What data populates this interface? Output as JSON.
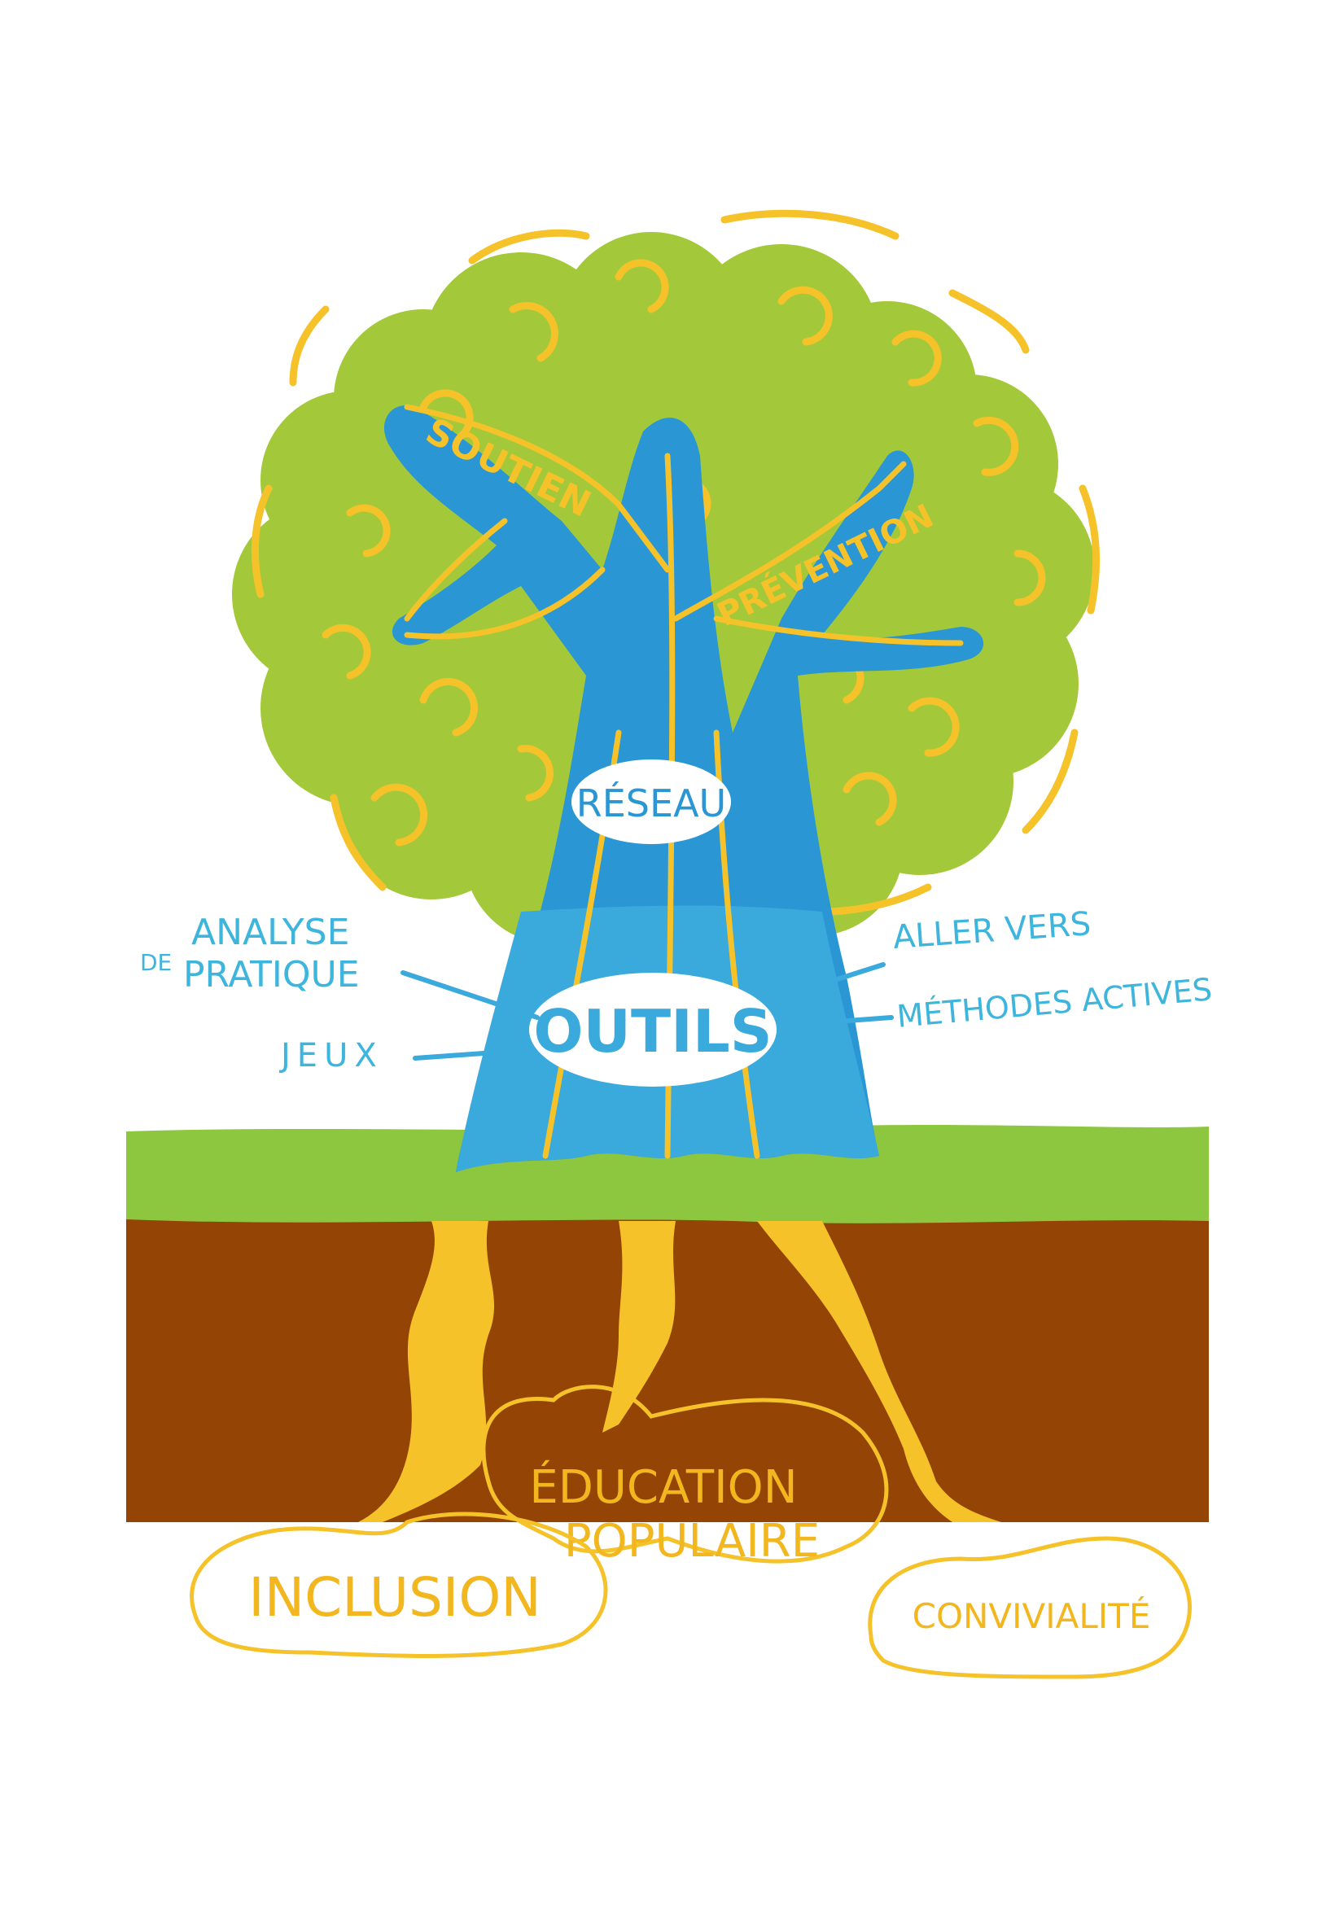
{
  "colors": {
    "background": "#ffffff",
    "foliage": "#a3c93a",
    "foliage_dark": "#8fbf33",
    "trunk": "#2a96d4",
    "trunk_light": "#3aa9dc",
    "accent_yellow": "#f5c22a",
    "grass": "#8dc63f",
    "soil": "#944506",
    "label_blue": "#3db5dc",
    "root_text": "#f2b61e"
  },
  "branches": {
    "left": "SOUTIEN",
    "right": "PRÉVENTION"
  },
  "trunk": {
    "reseau": "RÉSEAU",
    "outils": "OUTILS"
  },
  "tools": {
    "analyse_prefix": "DE",
    "analyse_line1": "ANALYSE",
    "analyse_line2": "PRATIQUE",
    "jeux": "JEUX",
    "aller_vers": "ALLER VERS",
    "methodes": "MÉTHODES ACTIVES"
  },
  "roots": {
    "education_line1": "ÉDUCATION",
    "education_line2": "POPULAIRE",
    "inclusion": "INCLUSION",
    "convivialite": "CONVIVIALITÉ"
  }
}
